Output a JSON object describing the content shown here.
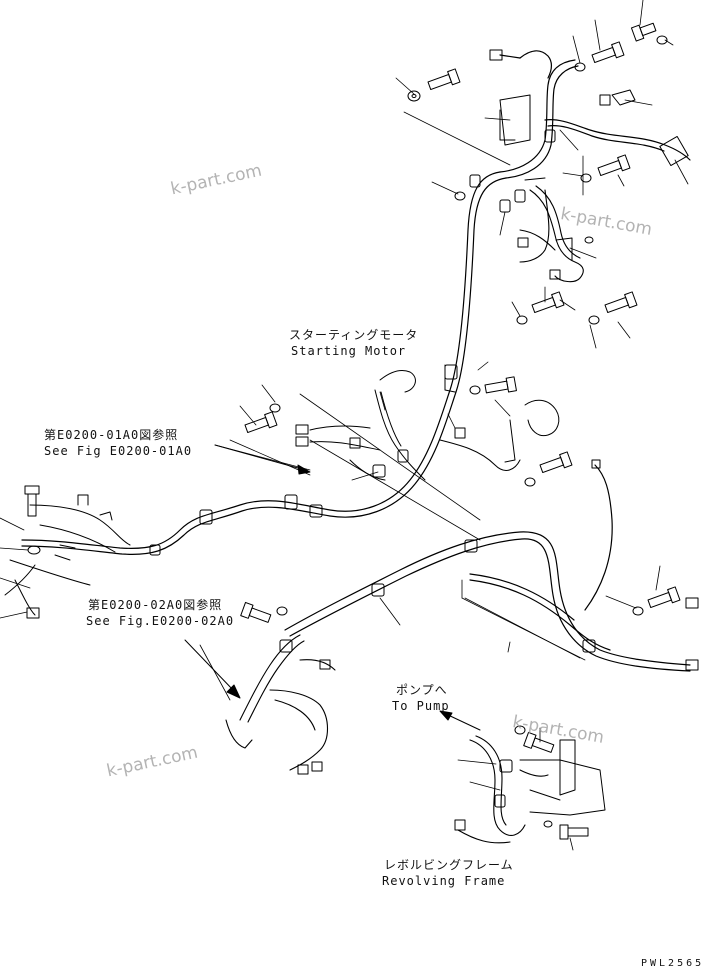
{
  "callouts": {
    "starting_motor_jp": "スターティングモータ",
    "starting_motor_en": "Starting Motor",
    "ref1_jp": "第E0200-01A0図参照",
    "ref1_en": "See Fig E0200-01A0",
    "ref2_jp": "第E0200-02A0図参照",
    "ref2_en": "See Fig.E0200-02A0",
    "pump_jp": "ポンプへ",
    "pump_en": "To Pump",
    "frame_jp": "レボルビングフレーム",
    "frame_en": "Revolving Frame"
  },
  "watermark": "k-part.com",
  "drawing_number": "PWL2565"
}
